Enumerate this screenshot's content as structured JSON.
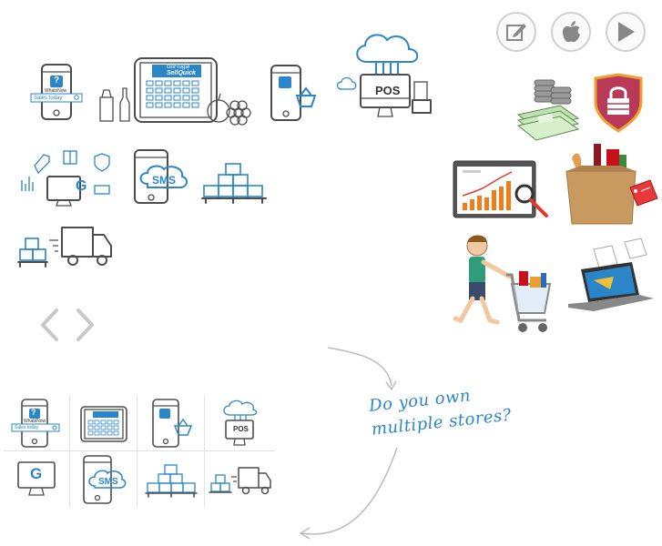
{
  "app_buttons": {
    "edit": "edit-icon",
    "apple": "apple-icon",
    "play": "play-store-icon"
  },
  "icons": {
    "phone_help": {
      "brand": "WhatsNow",
      "search_placeholder": "Sales today",
      "symbol": "?"
    },
    "tablet": {
      "brand_line1": "GoFrugal",
      "brand_line2": "SellQuick"
    },
    "pos": {
      "label": "POS"
    },
    "sms": {
      "label": "SMS"
    },
    "g_monitor": {
      "label": "G"
    }
  },
  "caption": {
    "line1": "Do you own",
    "line2": "multiple stores?"
  },
  "carousel": {
    "prev": "chevron-left-icon",
    "next": "chevron-right-icon"
  },
  "colors": {
    "accent": "#2a86c9",
    "line": "#4d4d4d",
    "orange": "#f07c1a",
    "shield": "#b83a58"
  }
}
